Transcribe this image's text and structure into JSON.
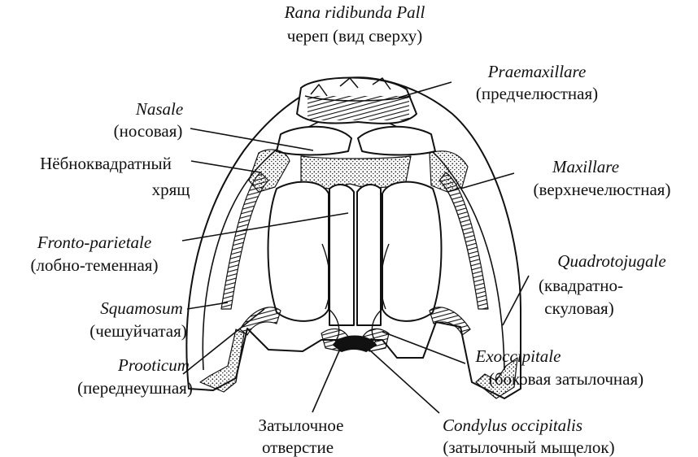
{
  "title": {
    "latin": "Rana ridibunda Pall",
    "subtitle": "череп (вид сверху)"
  },
  "labels": {
    "praemaxillare": {
      "latin": "Praemaxillare",
      "ru": "(предчелюстная)"
    },
    "nasale": {
      "latin": "Nasale",
      "ru": "(носовая)"
    },
    "palatoquadrate": {
      "line1": "Нёбноквадратный",
      "line2": "хрящ"
    },
    "maxillare": {
      "latin": "Maxillare",
      "ru": "(верхнечелюстная)"
    },
    "fronto_parietale": {
      "latin": "Fronto-parietale",
      "ru": "(лобно-теменная)"
    },
    "quadratojugale": {
      "latin": "Quadrotojugale",
      "ru_line1": "(квадратно-",
      "ru_line2": "скуловая)"
    },
    "squamosum": {
      "latin": "Squamosum",
      "ru": "(чешуйчатая)"
    },
    "prooticum": {
      "latin": "Prooticum",
      "ru": "(переднеушная)"
    },
    "exoccipitale": {
      "latin": "Exoccipitale",
      "ru": "(боковая затылочная)"
    },
    "foramen": {
      "line1": "Затылочное",
      "line2": "отверстие"
    },
    "condylus": {
      "latin": "Condylus occipitalis",
      "ru": "(затылочный мыщелок)"
    }
  }
}
